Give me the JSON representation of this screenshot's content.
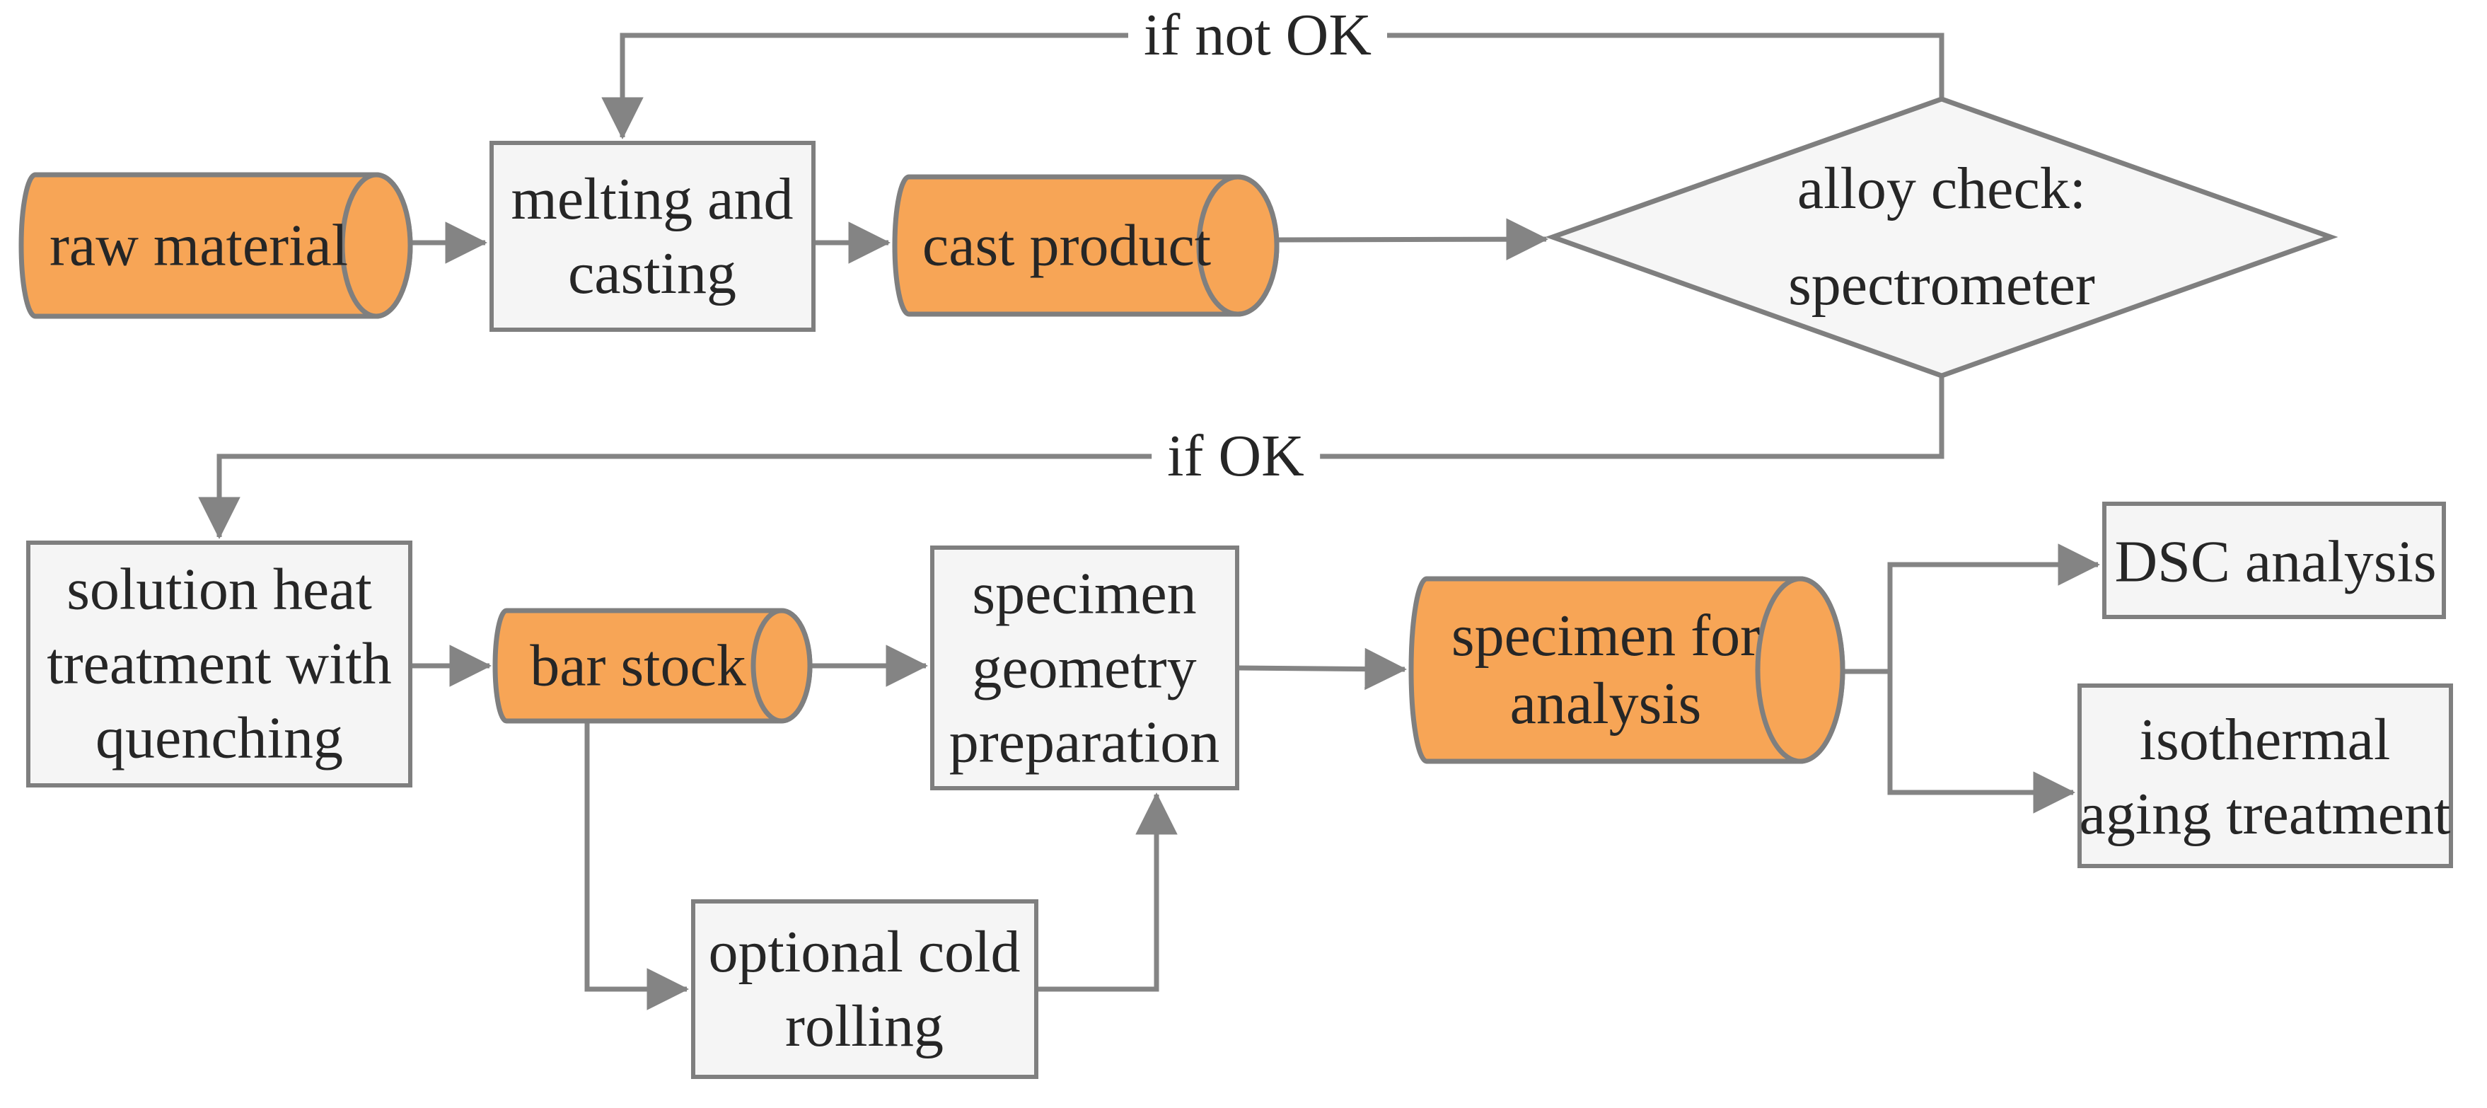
{
  "figure": {
    "kind": "process-flowchart",
    "description": "alloy specimen preparation workflow"
  },
  "colors": {
    "cylinder_fill": "#F7A556",
    "box_fill": "#F5F5F5",
    "diamond_fill": "#F6F6F6",
    "shape_stroke": "#7F7F7F",
    "line": "#848484",
    "text": "#262626",
    "page_bg": "#FFFFFF"
  },
  "nodes": {
    "raw_material": {
      "shape": "cylinder",
      "label": "raw material"
    },
    "melting_casting": {
      "shape": "process",
      "label": "melting and casting",
      "lines": [
        "melting and",
        "casting"
      ]
    },
    "cast_product": {
      "shape": "cylinder",
      "label": "cast product"
    },
    "alloy_check": {
      "shape": "decision",
      "label": "alloy check: spectrometer",
      "lines": [
        "alloy check:",
        "spectrometer"
      ]
    },
    "solution_heat_treatment": {
      "shape": "process",
      "label": "solution heat treatment with quenching",
      "lines": [
        "solution heat",
        "treatment with",
        "quenching"
      ]
    },
    "bar_stock": {
      "shape": "cylinder",
      "label": "bar stock"
    },
    "specimen_geometry_preparation": {
      "shape": "process",
      "label": "specimen geometry preparation",
      "lines": [
        "specimen",
        "geometry",
        "preparation"
      ]
    },
    "specimen_for_analysis": {
      "shape": "cylinder",
      "label": "specimen for analysis",
      "lines": [
        "specimen for",
        "analysis"
      ]
    },
    "dsc_analysis": {
      "shape": "process",
      "label": "DSC analysis"
    },
    "isothermal_aging": {
      "shape": "process",
      "label": "isothermal aging treatment",
      "lines": [
        "isothermal",
        "aging treatment"
      ]
    },
    "optional_cold_rolling": {
      "shape": "process",
      "label": "optional cold rolling",
      "lines": [
        "optional cold",
        "rolling"
      ]
    }
  },
  "edge_labels": {
    "not_ok": "if not OK",
    "ok": "if OK"
  },
  "edges": [
    {
      "from": "raw_material",
      "to": "melting_casting",
      "label": ""
    },
    {
      "from": "melting_casting",
      "to": "cast_product",
      "label": ""
    },
    {
      "from": "cast_product",
      "to": "alloy_check",
      "label": ""
    },
    {
      "from": "alloy_check",
      "to": "melting_casting",
      "label": "if not OK"
    },
    {
      "from": "alloy_check",
      "to": "solution_heat_treatment",
      "label": "if OK"
    },
    {
      "from": "solution_heat_treatment",
      "to": "bar_stock",
      "label": ""
    },
    {
      "from": "bar_stock",
      "to": "specimen_geometry_preparation",
      "label": ""
    },
    {
      "from": "specimen_geometry_preparation",
      "to": "specimen_for_analysis",
      "label": ""
    },
    {
      "from": "specimen_for_analysis",
      "to": "dsc_analysis",
      "label": ""
    },
    {
      "from": "specimen_for_analysis",
      "to": "isothermal_aging",
      "label": ""
    },
    {
      "from": "bar_stock",
      "to": "optional_cold_rolling",
      "label": ""
    },
    {
      "from": "optional_cold_rolling",
      "to": "specimen_geometry_preparation",
      "label": ""
    }
  ]
}
